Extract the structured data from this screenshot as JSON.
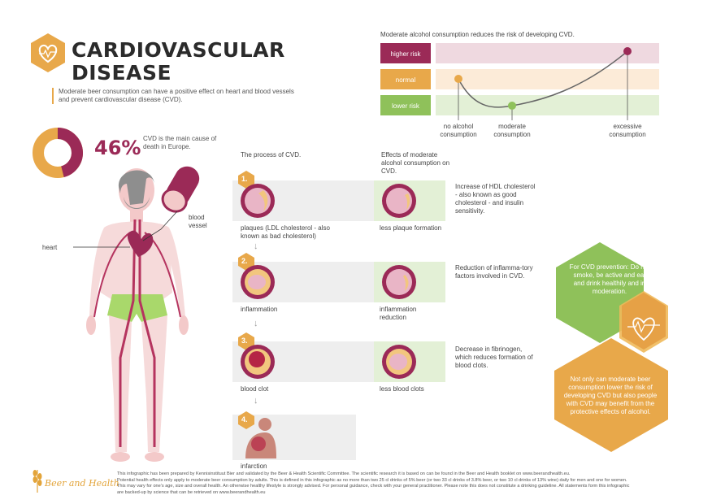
{
  "header": {
    "title_line1": "CARDIOVASCULAR",
    "title_line2": "DISEASE",
    "intro": "Moderate beer consumption can have a positive effect on heart and blood vessels and prevent cardiovascular disease (CVD)."
  },
  "stat": {
    "percent": "46%",
    "value": 0.46,
    "note": "CVD is the main cause of death in Europe."
  },
  "body_labels": {
    "blood_vessel_1": "blood",
    "blood_vessel_2": "vessel",
    "heart": "heart"
  },
  "risk_chart": {
    "title": "Moderate alcohol consumption reduces the risk of developing CVD.",
    "levels": [
      "higher risk",
      "normal",
      "lower risk"
    ],
    "x_labels": [
      [
        "no alcohol",
        "consumption"
      ],
      [
        "moderate",
        "consumption"
      ],
      [
        "excessive",
        "consumption"
      ]
    ],
    "points": [
      {
        "x": "no alcohol consumption",
        "level": "normal"
      },
      {
        "x": "moderate consumption",
        "level": "lower risk"
      },
      {
        "x": "excessive consumption",
        "level": "higher risk"
      }
    ]
  },
  "process": {
    "col1_header": "The process of CVD.",
    "col2_header": "Effects of moderate alcohol consumption on CVD.",
    "steps": [
      {
        "num": "1.",
        "label": "plaques (LDL cholesterol - also known as bad cholesterol)",
        "effect": "less plaque formation",
        "note": "Increase of HDL cholesterol - also known as good cholesterol - and insulin sensitivity."
      },
      {
        "num": "2.",
        "label": "inflammation",
        "effect": "inflammation reduction",
        "note": "Reduction of inflamma-tory factors involved in CVD."
      },
      {
        "num": "3.",
        "label": "blood clot",
        "effect": "less blood clots",
        "note": "Decrease in fibrinogen, which reduces formation of blood clots."
      },
      {
        "num": "4.",
        "label": "infarction",
        "effect": "",
        "note": ""
      }
    ]
  },
  "prevention": {
    "green_text": "For CVD prevention: Do not smoke, be active and eat and drink healthily and in moderation.",
    "orange_text": "Not only can moderate beer consumption lower the risk of developing CVD but also people with CVD may benefit from the protective effects of alcohol."
  },
  "footer": {
    "brand": "Beer and Health",
    "line1": "This infographic has been prepared by Kennisinstituut Bier and validated by the Beer & Health Scientific Committee. The scientific research it is based on can be found in the Beer and Health booklet on www.beerandhealth.eu.",
    "line2": "Potential health effects only apply to moderate beer consumption by adults. This is defined in this infographic as no more than two 25 cl drinks of 5% beer (or two 33 cl drinks of 3.8% beer, or two 10 cl drinks of 13% wine) daily for men and one for women.",
    "line3": "This may vary for one's age, size and overall health. An otherwise healthy lifestyle is strongly advised. For personal guidance, check with your general practitioner. Please note this does not constitute a drinking guideline. All statements form this infographic",
    "line4": "are backed-up by science that can be retrieved on www.beerandhealth.eu"
  },
  "colors": {
    "burgundy": "#9b2a57",
    "orange": "#e8a84a",
    "green": "#8fc15a",
    "skin": "#f6dada",
    "band_grey": "#eeeeee"
  }
}
